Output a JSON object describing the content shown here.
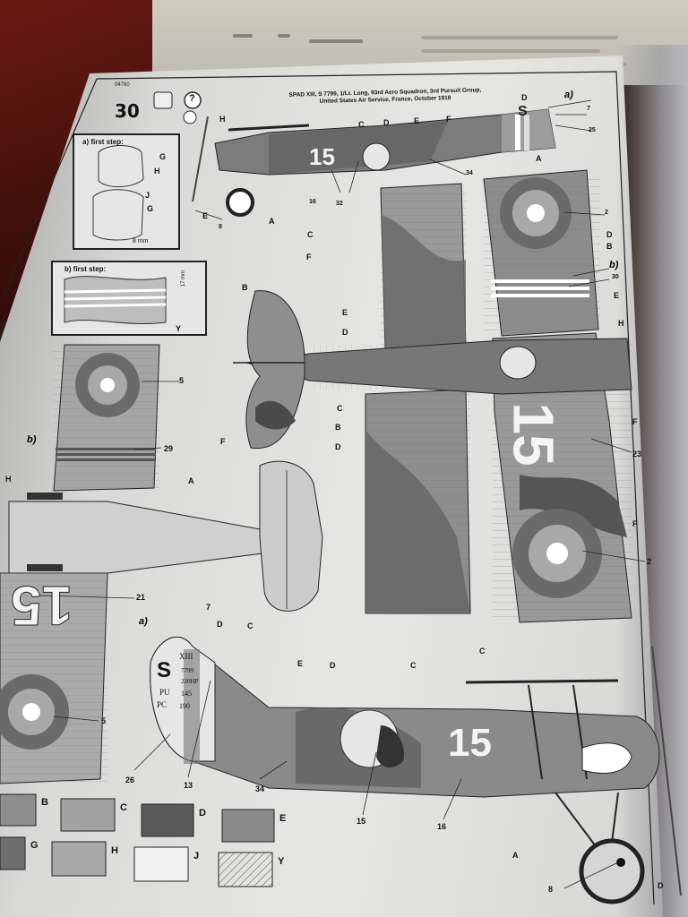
{
  "sheet": {
    "step_number": "30",
    "kit_code": "04760",
    "title_line1": "SPAD XIII, S 7799, 1/Lt. Long, 93rd Aero Squadron, 3rd Pursuit Group,",
    "title_line2": "United States Air Service, France, October 1918",
    "help_icon": "?",
    "step_a": "a) first step:",
    "step_b": "b) first step:",
    "dim_8mm": "8 mm",
    "dim_17mm": "17 mm"
  },
  "fuselage_markings": {
    "serial_letter": "S",
    "type": "XIII",
    "serial": "7799",
    "line3": "220HP",
    "pu": "PU",
    "pu_val": "145",
    "pc": "PC",
    "pc_val": "190",
    "aircraft_number": "15",
    "upper_wing_number": "15"
  },
  "callouts": {
    "a_sub": "a)",
    "b_sub": "b)",
    "n2a": "2",
    "n2b": "2",
    "n5a": "5",
    "n5b": "5",
    "n7a": "7",
    "n7b": "7",
    "n8a": "8",
    "n8b": "8",
    "n13": "13",
    "n15": "15",
    "n16a": "16",
    "n16b": "16",
    "n21": "21",
    "n23": "23",
    "n25": "25",
    "n26": "26",
    "n29": "29",
    "n30": "30",
    "n32": "32",
    "n34a": "34",
    "n34b": "34"
  },
  "color_flags": [
    "A",
    "B",
    "C",
    "D",
    "E",
    "F",
    "G",
    "H",
    "J",
    "Y"
  ],
  "palette": {
    "B": "#8e8e8e",
    "C": "#a2a2a2",
    "D": "#5a5a5a",
    "E": "#8a8a8a",
    "G": "#6e6e6e",
    "H": "#a8a8a8",
    "J": "#f2f2f2",
    "Y": "hatched"
  }
}
